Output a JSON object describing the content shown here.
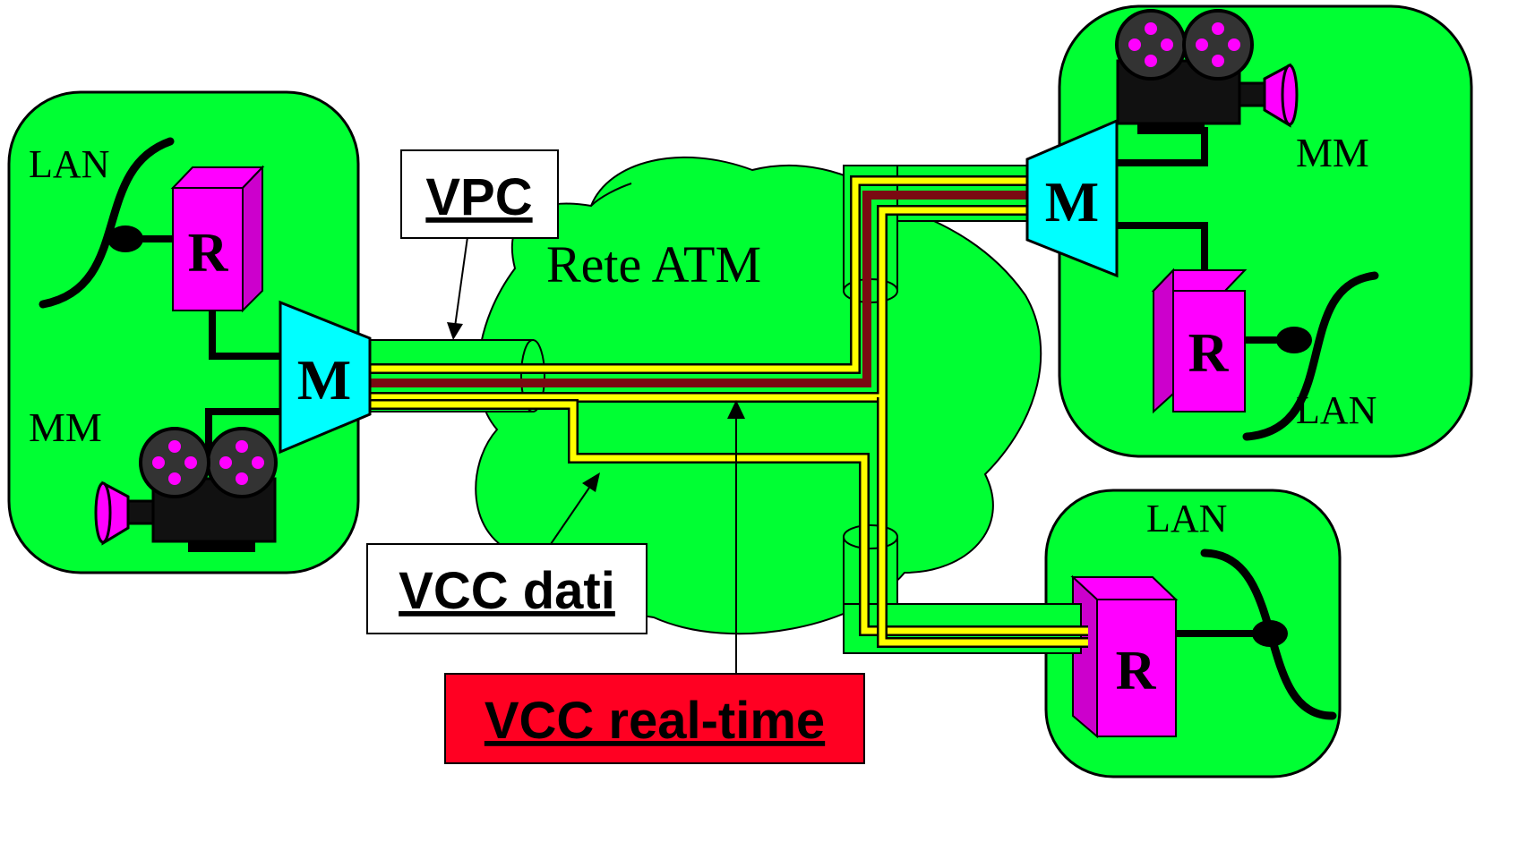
{
  "labels": {
    "network": "Rete ATM",
    "vpc": "VPC",
    "vcc_data": "VCC dati",
    "vcc_realtime": "VCC real-time"
  },
  "site_left": {
    "lan": "LAN",
    "mm": "MM",
    "router": "R",
    "mux": "M"
  },
  "site_top_right": {
    "lan": "LAN",
    "mm": "MM",
    "router": "R",
    "mux": "M"
  },
  "site_bottom_right": {
    "lan": "LAN",
    "router": "R"
  },
  "colors": {
    "site_fill": "#00ff33",
    "router_front": "#ff00ff",
    "router_side": "#cc00cc",
    "mux_fill": "#00ffff",
    "data_path": "#ffff00",
    "realtime_path": "#7a0a12",
    "realtime_box": "#ff0022",
    "camera_reel": "#ff00ff",
    "camera_body": "#000000"
  }
}
